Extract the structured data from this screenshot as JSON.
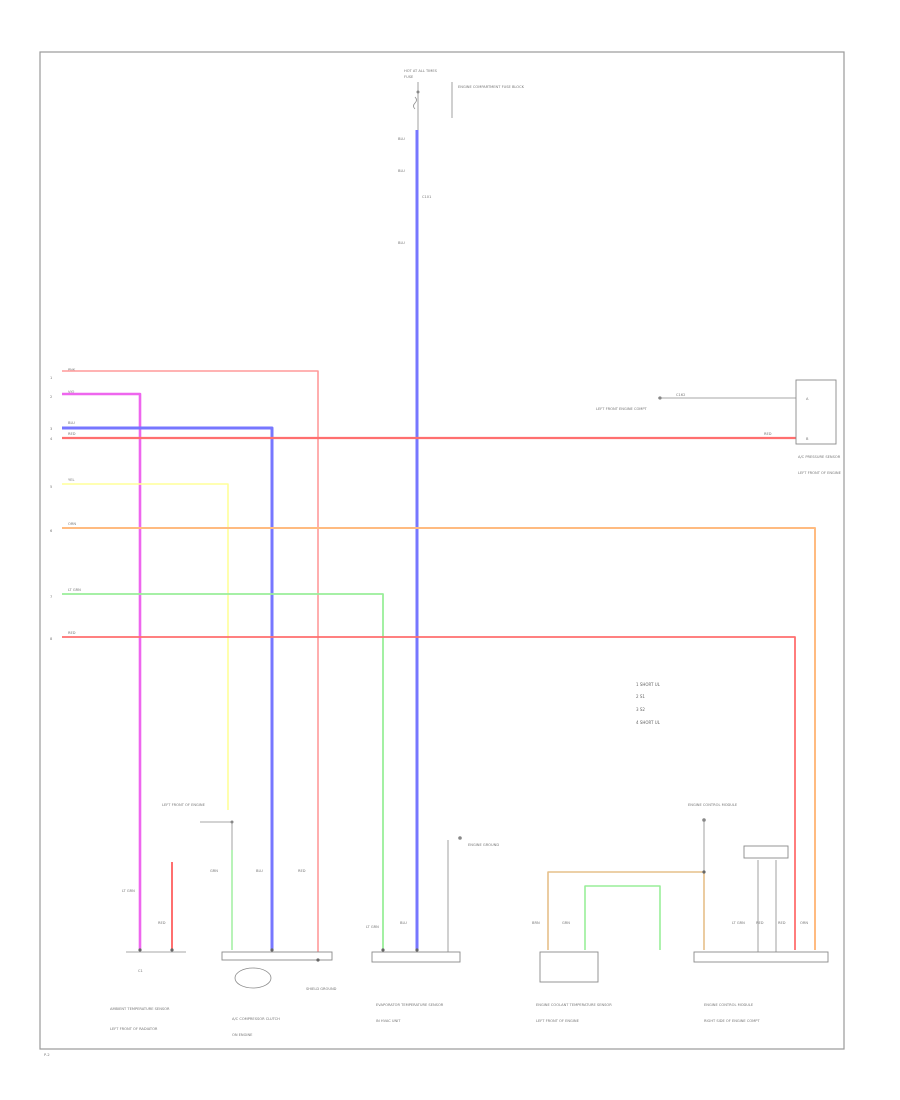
{
  "colors": {
    "pink": "#ff9a9a",
    "magenta": "#ee66ee",
    "blue": "#7777ff",
    "red": "#ff6f6f",
    "yellow": "#ffff99",
    "orange": "#ffbb80",
    "green": "#99ee99",
    "tan": "#e6c08a",
    "frame": "#9a9a9a"
  },
  "top": {
    "source_label": "HOT AT ALL TIMES",
    "fuse_label": "FUSE",
    "note_label": "ENGINE COMPARTMENT FUSE BLOCK",
    "wire_labels": [
      "BLU",
      "BLU",
      "C101",
      "BLU"
    ]
  },
  "left_terminals": [
    "1",
    "2",
    "3",
    "4",
    "5",
    "6",
    "7",
    "8"
  ],
  "left_wire_colors": [
    "PNK",
    "VIO",
    "BLU",
    "RED",
    "YEL",
    "ORN",
    "LT GRN",
    "RED"
  ],
  "right_component": {
    "label": "A/C PRESSURE SENSOR",
    "sub_label": "LEFT FRONT OF ENGINE",
    "pin_wire": "RED",
    "conn_label": "C162",
    "ground_label": "LEFT FRONT ENGINE COMPT"
  },
  "legend": {
    "items": [
      "1  SHORT UL",
      "2  S1",
      "3  S2",
      "4  SHORT UL"
    ]
  },
  "bottom_components": [
    {
      "label": "AMBIENT TEMPERATURE SENSOR",
      "sub": "LEFT FRONT OF RADIATOR",
      "wires": [
        "LT GRN",
        "RED"
      ]
    },
    {
      "label": "A/C COMPRESSOR CLUTCH",
      "sub": "ON ENGINE",
      "wires": [
        "GRN",
        "BLU",
        "RED"
      ]
    },
    {
      "label": "EVAPORATOR TEMPERATURE SENSOR",
      "sub": "IN HVAC UNIT",
      "wires": [
        "LT GRN",
        "BLU"
      ]
    },
    {
      "label": "ENGINE COOLANT TEMPERATURE SENSOR",
      "sub": "LEFT FRONT OF ENGINE",
      "wires": [
        "BRN",
        "GRN"
      ]
    },
    {
      "label": "ENGINE CONTROL MODULE",
      "sub": "RIGHT SIDE OF ENGINE COMPT",
      "wires": [
        "LT GRN",
        "RED",
        "RED",
        "ORN"
      ]
    }
  ],
  "misc_labels": {
    "left_ground": "LEFT FRONT OF ENGINE",
    "shield_label": "SHIELD GROUND",
    "ground_note": "ENGINE GROUND",
    "ecm_note": "ENGINE CONTROL MODULE"
  },
  "page_number": "P-2"
}
